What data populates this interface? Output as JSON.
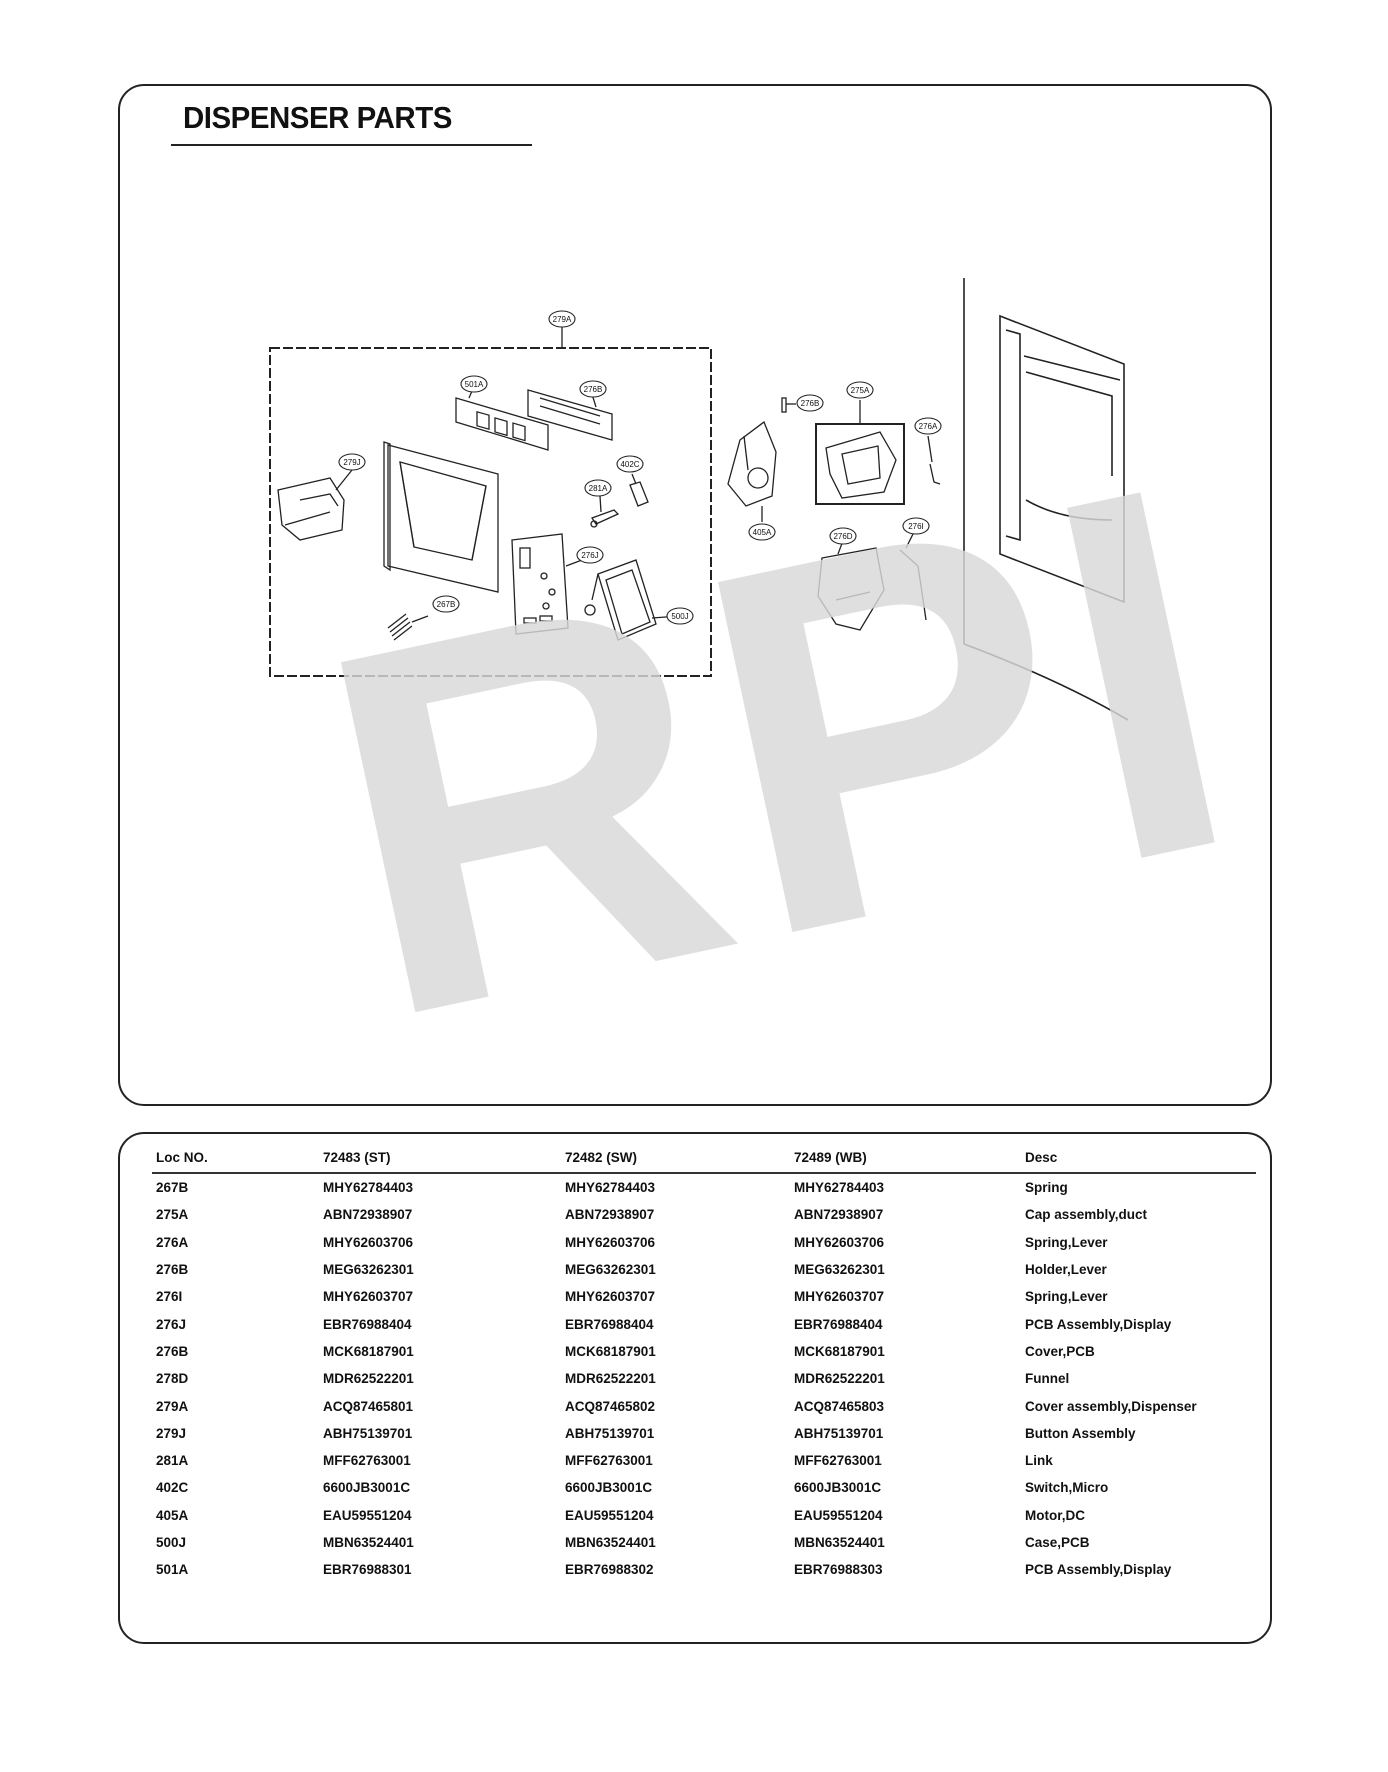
{
  "title": "DISPENSER PARTS",
  "watermark": "RPI",
  "callouts": [
    "279A",
    "501A",
    "276B",
    "279J",
    "402C",
    "281A",
    "276J",
    "267B",
    "500J",
    "276B",
    "275A",
    "276A",
    "405A",
    "276D",
    "276I"
  ],
  "table": {
    "headers": [
      "Loc NO.",
      "72483 (ST)",
      "72482 (SW)",
      "72489 (WB)",
      "Desc"
    ],
    "rows": [
      [
        "267B",
        "MHY62784403",
        "MHY62784403",
        "MHY62784403",
        "Spring"
      ],
      [
        "275A",
        "ABN72938907",
        "ABN72938907",
        "ABN72938907",
        "Cap assembly,duct"
      ],
      [
        "276A",
        "MHY62603706",
        "MHY62603706",
        "MHY62603706",
        "Spring,Lever"
      ],
      [
        "276B",
        "MEG63262301",
        "MEG63262301",
        "MEG63262301",
        "Holder,Lever"
      ],
      [
        "276I",
        "MHY62603707",
        "MHY62603707",
        "MHY62603707",
        "Spring,Lever"
      ],
      [
        "276J",
        "EBR76988404",
        "EBR76988404",
        "EBR76988404",
        "PCB Assembly,Display"
      ],
      [
        "276B",
        "MCK68187901",
        "MCK68187901",
        "MCK68187901",
        "Cover,PCB"
      ],
      [
        "278D",
        "MDR62522201",
        "MDR62522201",
        "MDR62522201",
        "Funnel"
      ],
      [
        "279A",
        "ACQ87465801",
        "ACQ87465802",
        "ACQ87465803",
        "Cover assembly,Dispenser"
      ],
      [
        "279J",
        "ABH75139701",
        "ABH75139701",
        "ABH75139701",
        "Button Assembly"
      ],
      [
        "281A",
        "MFF62763001",
        "MFF62763001",
        "MFF62763001",
        "Link"
      ],
      [
        "402C",
        "6600JB3001C",
        "6600JB3001C",
        "6600JB3001C",
        "Switch,Micro"
      ],
      [
        "405A",
        "EAU59551204",
        "EAU59551204",
        "EAU59551204",
        "Motor,DC"
      ],
      [
        "500J",
        "MBN63524401",
        "MBN63524401",
        "MBN63524401",
        "Case,PCB"
      ],
      [
        "501A",
        "EBR76988301",
        "EBR76988302",
        "EBR76988303",
        "PCB Assembly,Display"
      ]
    ]
  }
}
